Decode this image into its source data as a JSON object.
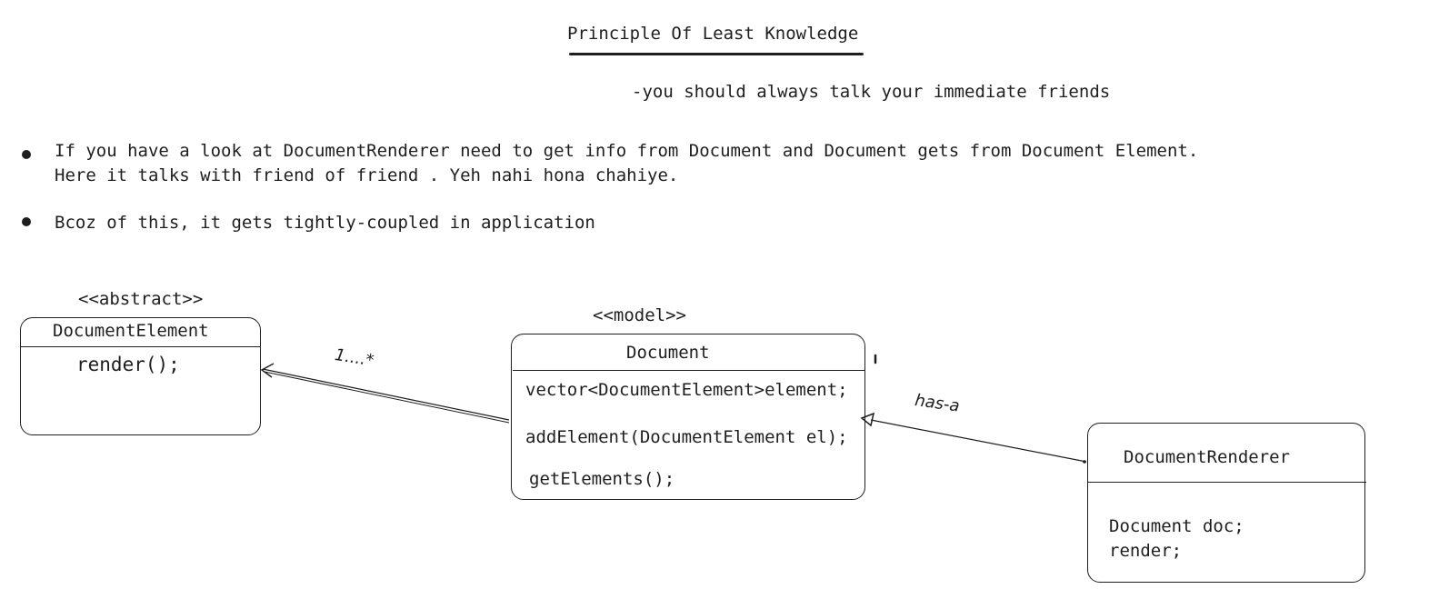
{
  "header": {
    "title": "Principle Of Least Knowledge",
    "subtitle": "-you should always talk your immediate friends"
  },
  "bullets": [
    {
      "line1": "If you have a look at DocumentRenderer need to get info from Document and Document gets from Document Element.",
      "line2": "Here it talks with friend of friend . Yeh nahi hona chahiye."
    },
    {
      "line1": "Bcoz of this, it gets tightly-coupled in application"
    }
  ],
  "diagram": {
    "document_element": {
      "stereotype": "<<abstract>>",
      "name": "DocumentElement",
      "members": [
        "render();"
      ]
    },
    "document": {
      "stereotype": "<<model>>",
      "name": "Document",
      "members": [
        "vector<DocumentElement>element;",
        "addElement(DocumentElement el);",
        "getElements();"
      ]
    },
    "document_renderer": {
      "name": "DocumentRenderer",
      "members": [
        "Document doc;",
        "render;"
      ]
    },
    "relations": {
      "aggregation_label": "1....*",
      "has_a_label": "has-a"
    }
  },
  "colors": {
    "ink": "#1e1e1e",
    "background": "#ffffff"
  }
}
